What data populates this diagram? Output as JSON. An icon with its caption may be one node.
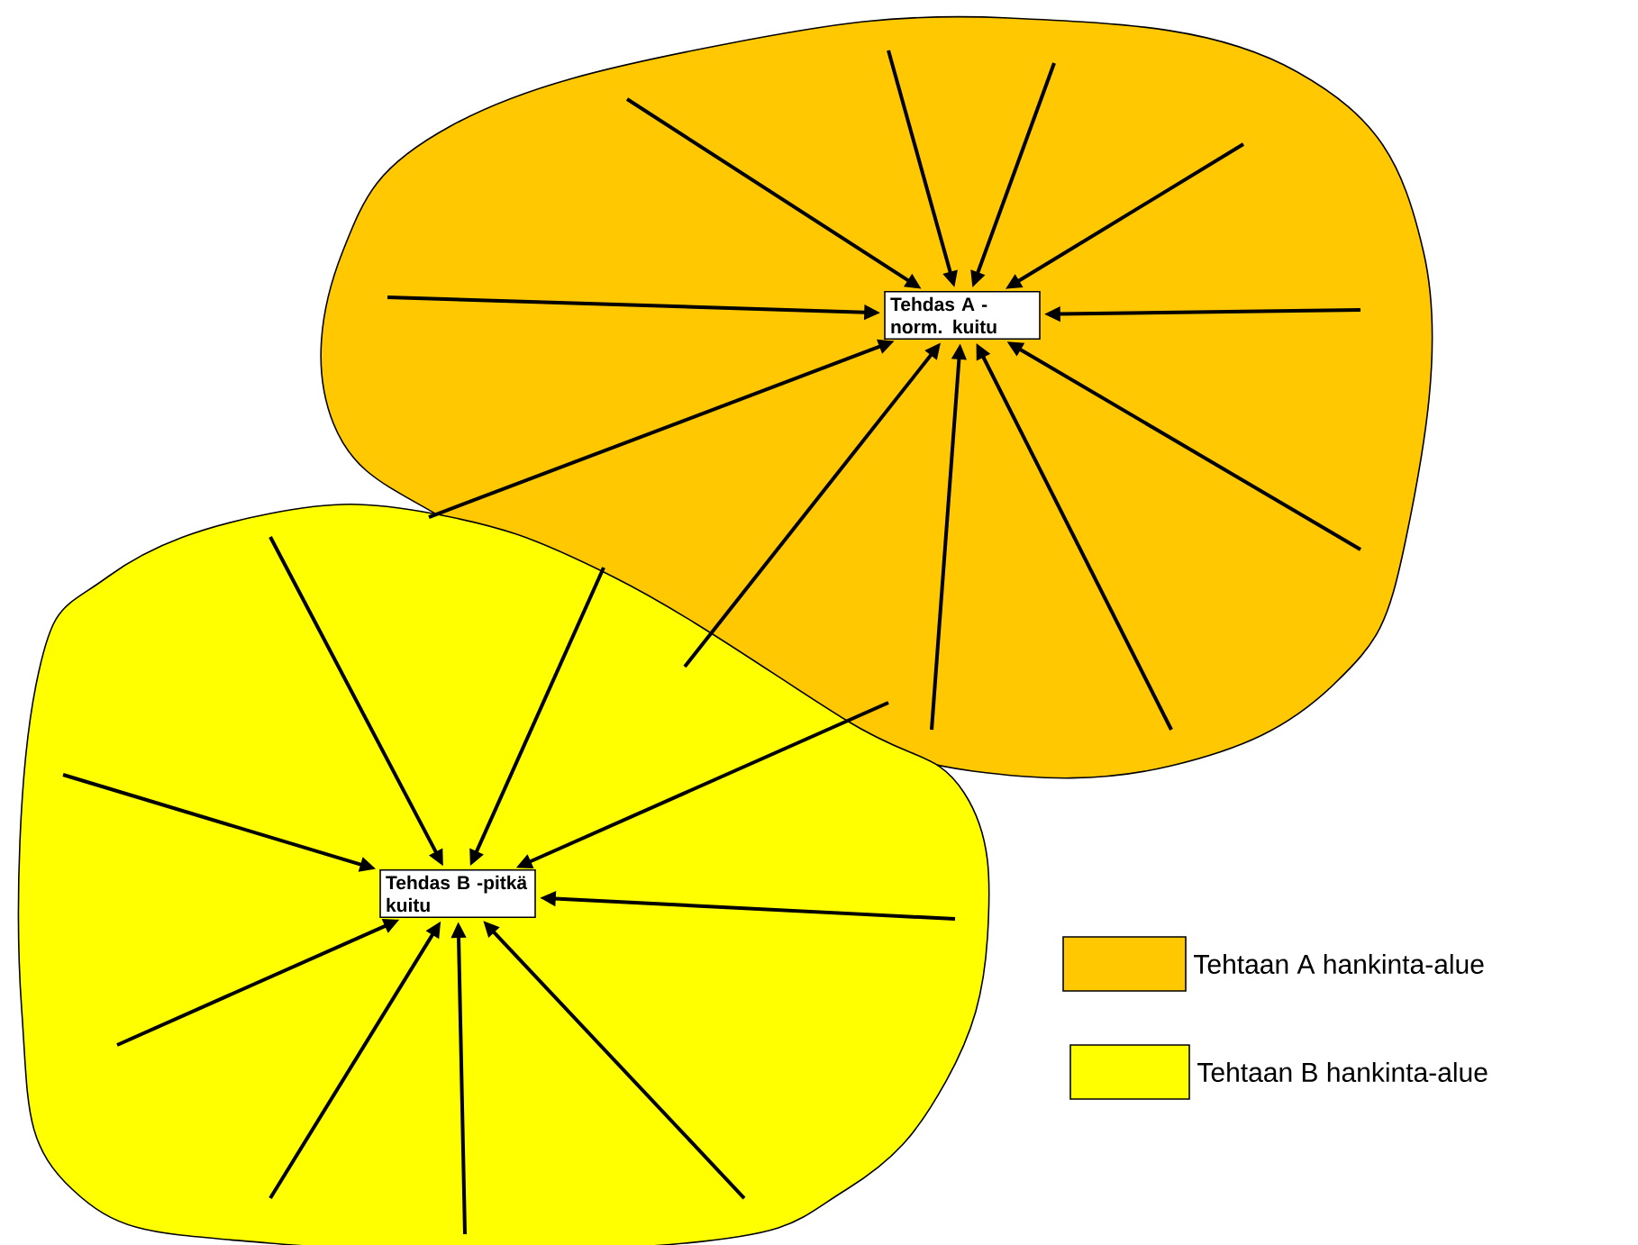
{
  "diagram": {
    "nodes": [
      {
        "text": [
          "Tehdas A -norm. kuitu"
        ]
      },
      {
        "text": [
          "Tehdas B -pitkä kuitu"
        ]
      }
    ],
    "edges": [
      {
        "from": null,
        "to": 0,
        "arrow": "to"
      },
      {
        "from": null,
        "to": 0,
        "arrow": "to"
      },
      {
        "from": null,
        "to": 0,
        "arrow": "to"
      },
      {
        "from": null,
        "to": 0,
        "arrow": "to"
      },
      {
        "from": null,
        "to": 0,
        "arrow": "to"
      },
      {
        "from": null,
        "to": 0,
        "arrow": "to"
      },
      {
        "from": null,
        "to": 0,
        "arrow": "to"
      },
      {
        "from": null,
        "to": 0,
        "arrow": "to"
      },
      {
        "from": null,
        "to": 0,
        "arrow": "to"
      },
      {
        "from": null,
        "to": 0,
        "arrow": "to"
      },
      {
        "from": null,
        "to": 0,
        "arrow": "to"
      },
      {
        "from": null,
        "to": 1,
        "arrow": "to"
      },
      {
        "from": null,
        "to": 1,
        "arrow": "to"
      },
      {
        "from": null,
        "to": 1,
        "arrow": "to"
      },
      {
        "from": null,
        "to": 1,
        "arrow": "to"
      },
      {
        "from": null,
        "to": 1,
        "arrow": "to"
      },
      {
        "from": null,
        "to": 1,
        "arrow": "to"
      },
      {
        "from": null,
        "to": 1,
        "arrow": "to"
      },
      {
        "from": null,
        "to": 1,
        "arrow": "to"
      },
      {
        "from": null,
        "to": 1,
        "arrow": "to"
      }
    ],
    "legend": [
      {
        "text": "Tehtaan A hankinta-alue",
        "color": "#ffc800"
      },
      {
        "text": "Tehtaan B hankinta-alue",
        "color": "#ffff00"
      }
    ]
  }
}
